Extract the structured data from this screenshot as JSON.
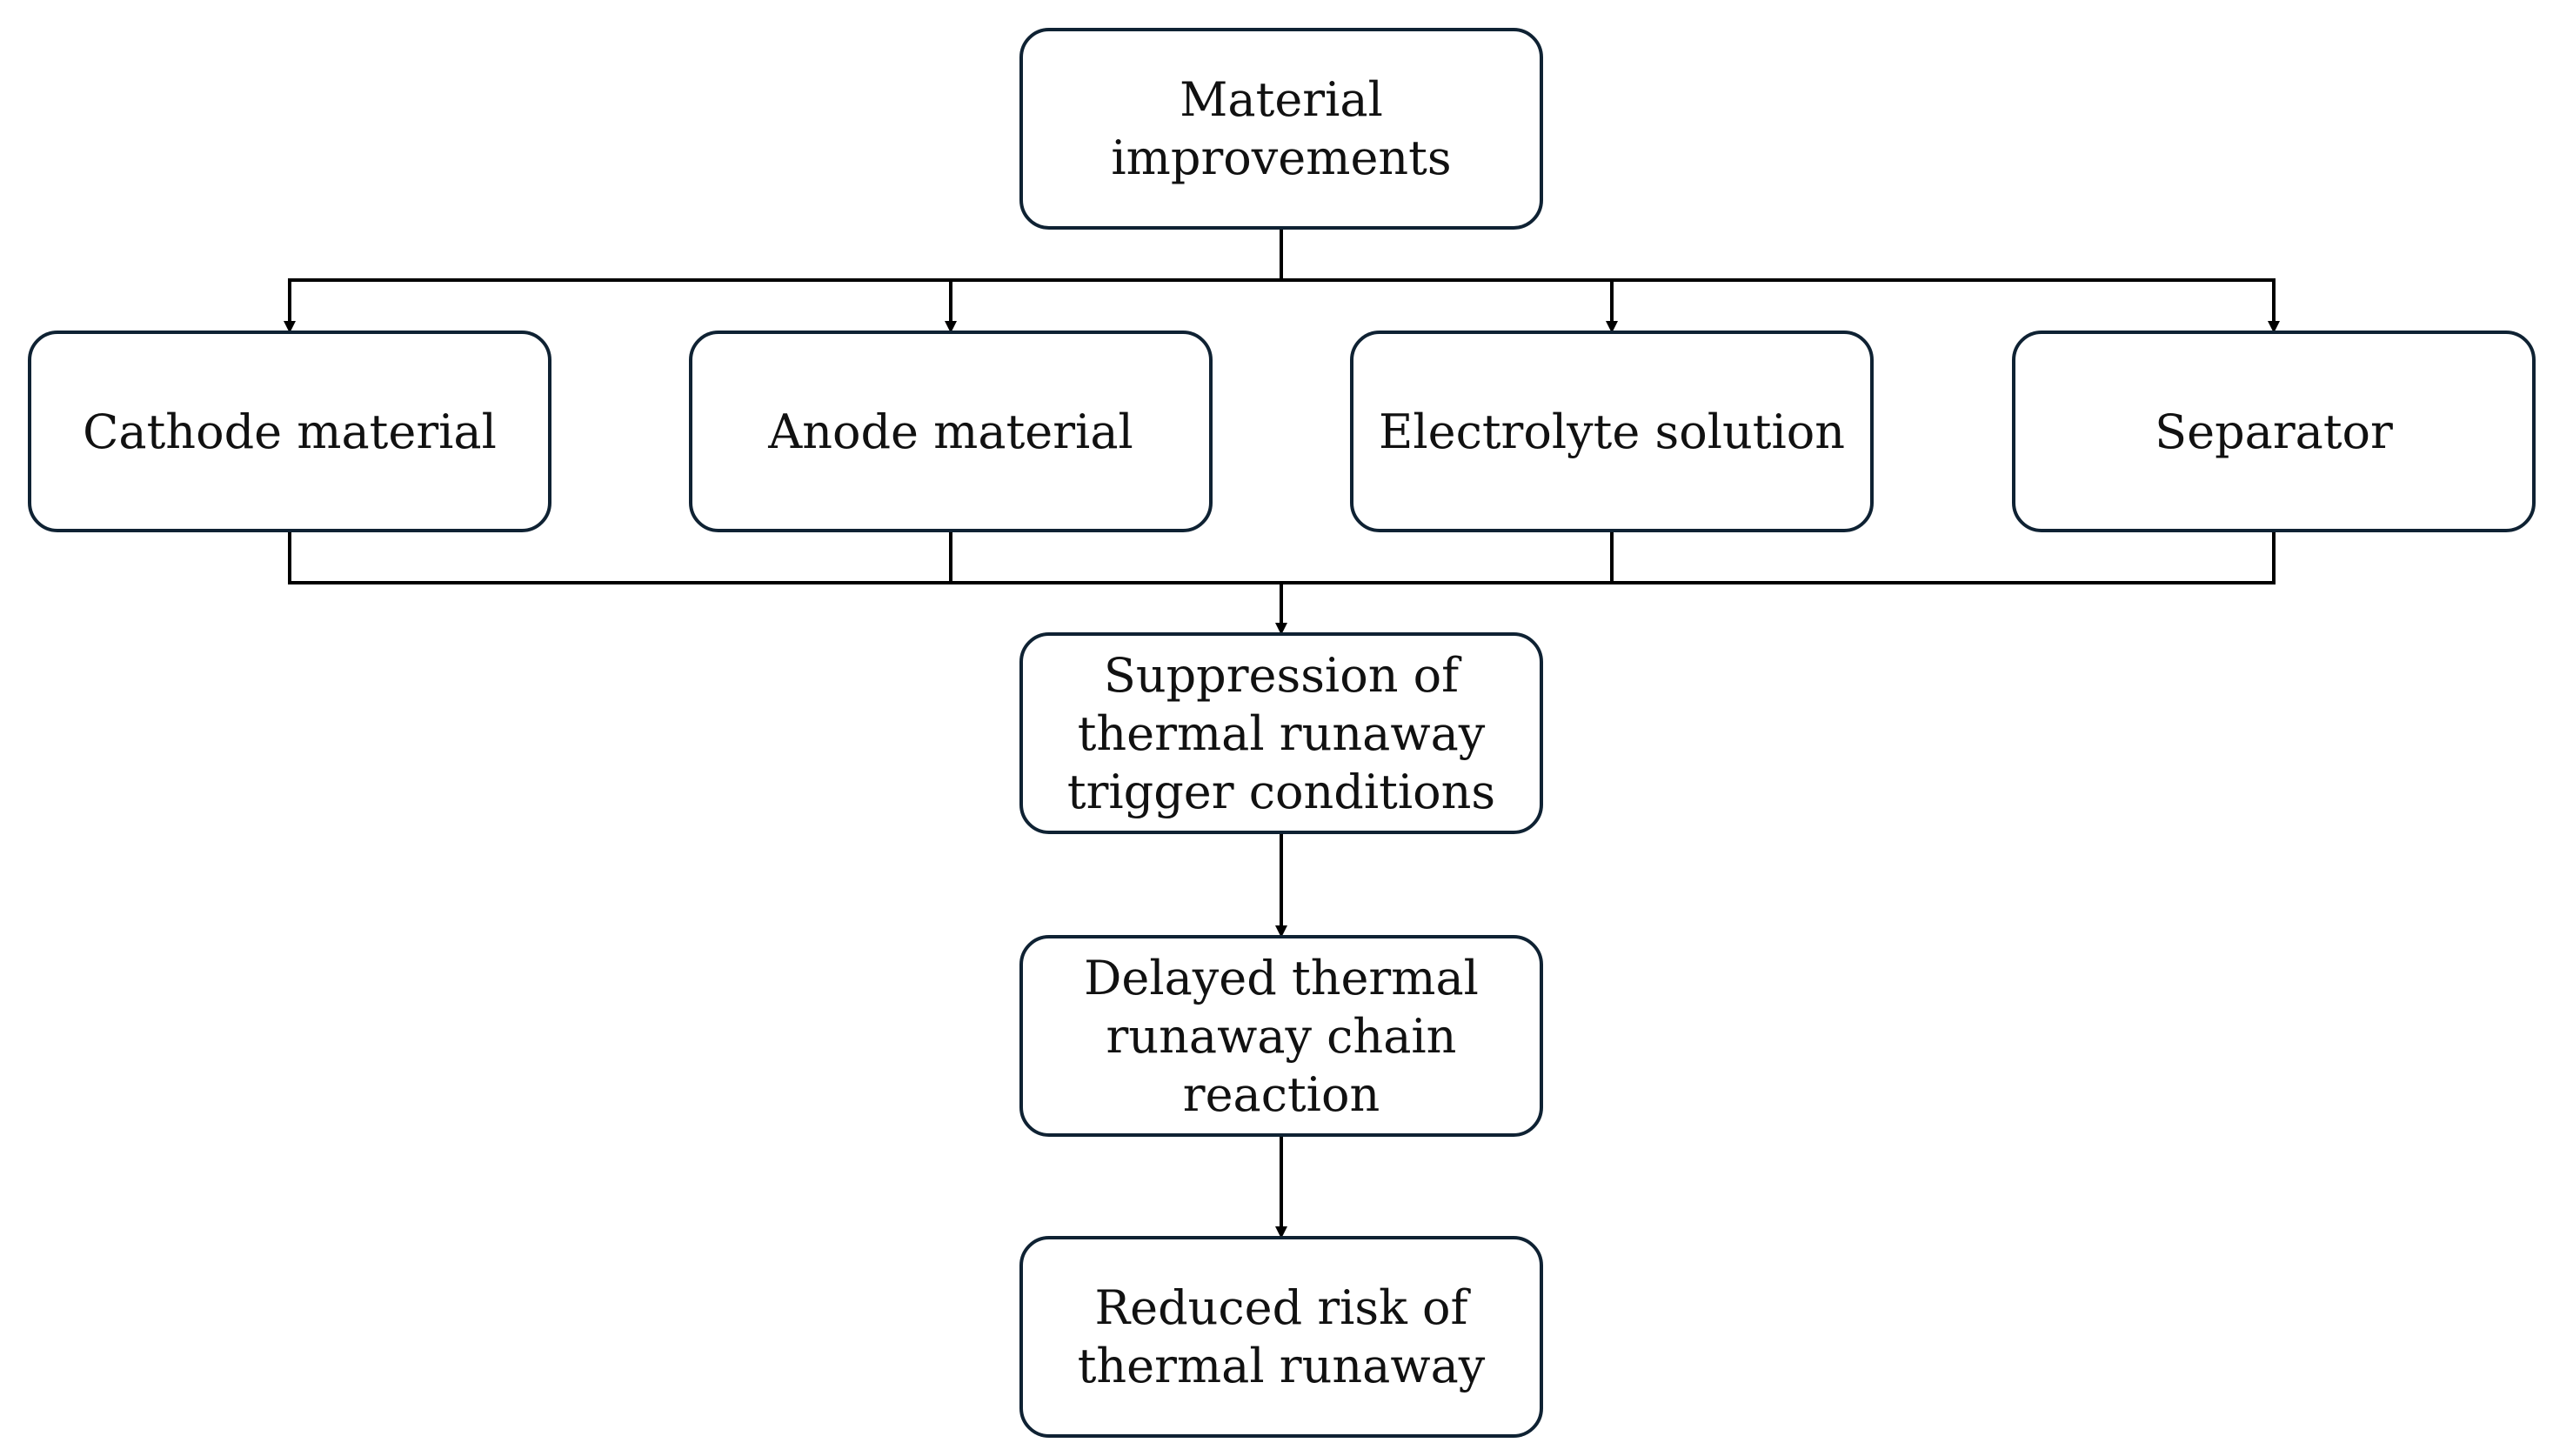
{
  "diagram": {
    "nodes": {
      "top": "Material\nimprovements",
      "cathode": "Cathode material",
      "anode": "Anode material",
      "electrolyte": "Electrolyte solution",
      "separator": "Separator",
      "suppression": "Suppression of\nthermal runaway\ntrigger conditions",
      "delayed": "Delayed thermal\nrunaway chain\nreaction",
      "reduced": "Reduced risk of\nthermal runaway"
    },
    "colors": {
      "border": "#0f2233",
      "line": "#000000",
      "text": "#111111"
    }
  }
}
